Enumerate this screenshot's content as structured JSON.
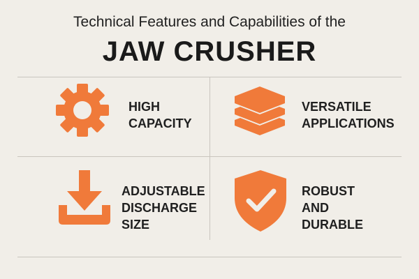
{
  "header": {
    "subtitle": "Technical Features and Capabilities of the",
    "title": "JAW CRUSHER"
  },
  "colors": {
    "background": "#f1eee8",
    "accent": "#f07a3a",
    "text": "#1f1f1f",
    "divider": "#c9c5be"
  },
  "features": [
    {
      "icon": "gear-icon",
      "lines": [
        "HIGH",
        "CAPACITY"
      ]
    },
    {
      "icon": "layers-icon",
      "lines": [
        "VERSATILE",
        "APPLICATIONS"
      ]
    },
    {
      "icon": "download-icon",
      "lines": [
        "ADJUSTABLE",
        "DISCHARGE",
        "SIZE"
      ]
    },
    {
      "icon": "shield-check-icon",
      "lines": [
        "ROBUST",
        "AND",
        "DURABLE"
      ]
    }
  ]
}
